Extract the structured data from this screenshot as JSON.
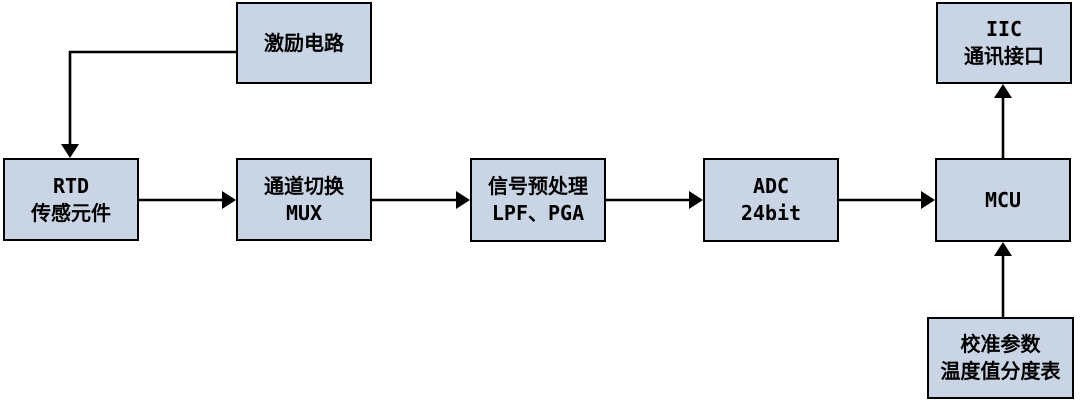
{
  "diagram": {
    "type": "block-diagram",
    "colors": {
      "background": "#ffffff",
      "box_fill": "#c9d5e5",
      "box_border": "#000000",
      "line_color": "#000000",
      "text_color": "#000000"
    },
    "nodes": {
      "excitation": {
        "lines": [
          "激励电路"
        ]
      },
      "rtd": {
        "lines": [
          "RTD",
          "传感元件"
        ]
      },
      "mux": {
        "lines": [
          "通道切换",
          "MUX"
        ]
      },
      "preprocess": {
        "lines": [
          "信号预处理",
          "LPF、PGA"
        ]
      },
      "adc": {
        "lines": [
          "ADC",
          "24bit"
        ]
      },
      "mcu": {
        "lines": [
          "MCU"
        ]
      },
      "iic": {
        "lines": [
          "IIC",
          "通讯接口"
        ]
      },
      "calibration": {
        "lines": [
          "校准参数",
          "温度值分度表"
        ]
      }
    },
    "edges": [
      {
        "from": "excitation",
        "to": "rtd"
      },
      {
        "from": "rtd",
        "to": "mux"
      },
      {
        "from": "mux",
        "to": "preprocess"
      },
      {
        "from": "preprocess",
        "to": "adc"
      },
      {
        "from": "adc",
        "to": "mcu"
      },
      {
        "from": "mcu",
        "to": "iic"
      },
      {
        "from": "calibration",
        "to": "mcu"
      }
    ]
  }
}
